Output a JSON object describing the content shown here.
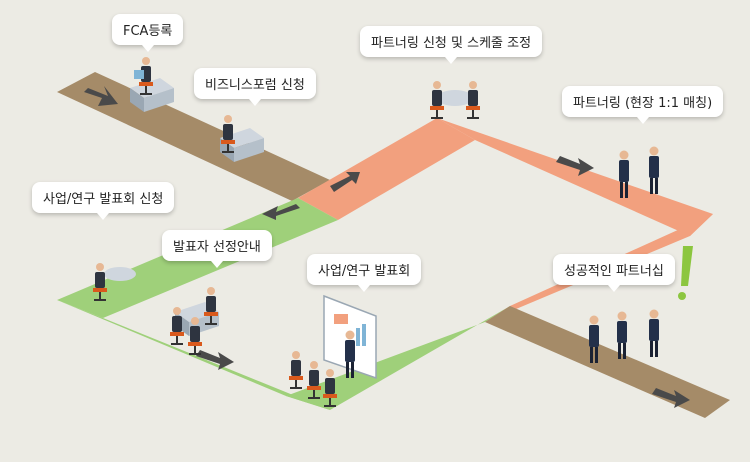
{
  "steps": {
    "fca_register": "FCA등록",
    "business_forum_apply": "비즈니스포럼 신청",
    "presentation_apply": "사업/연구 발표회 신청",
    "presenter_guide": "발표자 선정안내",
    "presentation": "사업/연구 발표회",
    "partnering_schedule": "파트너링 신청 및 스케줄 조정",
    "partnering_meeting": "파트너링 (현장 1:1 매칭)",
    "successful_partnership": "성공적인 파트너십"
  },
  "colors": {
    "background": "#ecebe4",
    "brown_path": "#a58b68",
    "green_path": "#9fd07a",
    "salmon_path": "#f2a07e",
    "arrow": "#4a4a4a",
    "exclamation": "#8cc63f"
  }
}
